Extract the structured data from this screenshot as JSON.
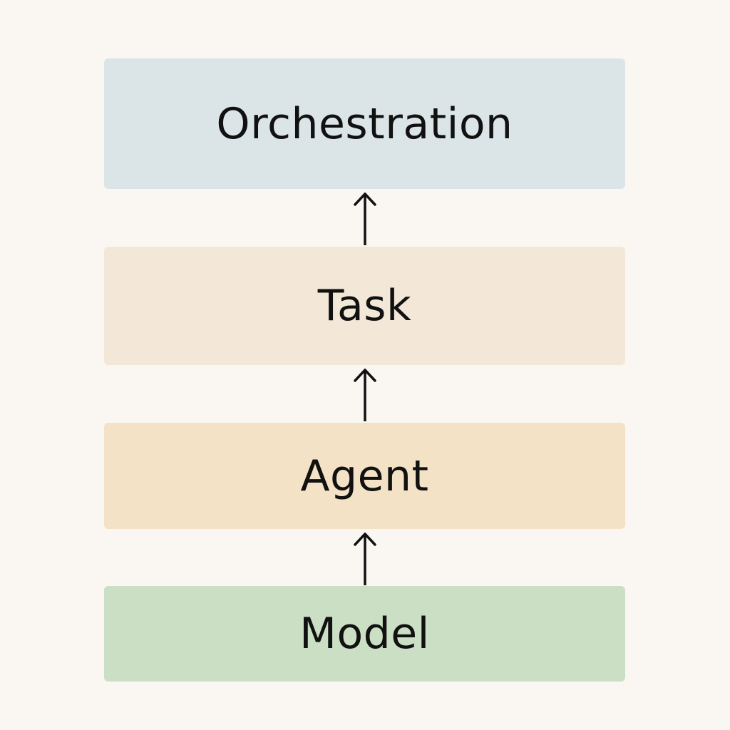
{
  "layers": [
    {
      "label": "Orchestration",
      "color": "#dbe5e7"
    },
    {
      "label": "Task",
      "color": "#f3e8d8"
    },
    {
      "label": "Agent",
      "color": "#f4e2c6"
    },
    {
      "label": "Model",
      "color": "#cbdfc4"
    }
  ],
  "arrow_color": "#111111",
  "background_color": "#faf7f2"
}
